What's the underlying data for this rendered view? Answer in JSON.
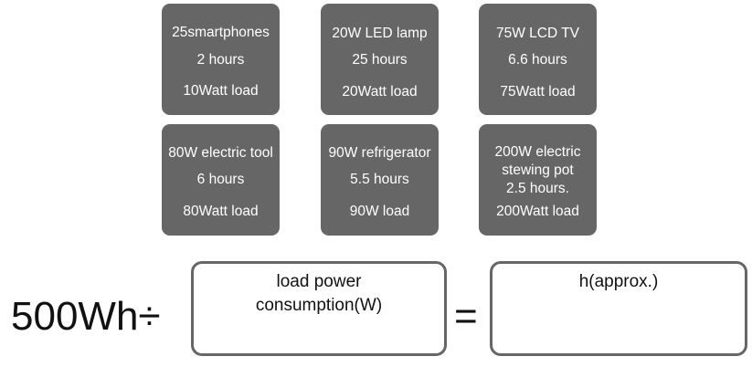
{
  "cards": [
    {
      "lines": [
        "25smartphones",
        "2 hours",
        "10Watt load"
      ]
    },
    {
      "lines": [
        "20W LED lamp",
        "25 hours",
        "20Watt load"
      ]
    },
    {
      "lines": [
        "75W LCD TV",
        "6.6 hours",
        "75Watt load"
      ]
    },
    {
      "lines": [
        "80W electric tool",
        "6 hours",
        "80Watt load"
      ]
    },
    {
      "lines": [
        "90W refrigerator",
        "5.5 hours",
        "90W load"
      ]
    },
    {
      "lines": [
        "200W electric",
        "stewing pot",
        "2.5 hours.",
        "200Watt load"
      ]
    }
  ],
  "formula": {
    "dividend": "500Wh÷",
    "divisor_label_1": "load power",
    "divisor_label_2": "consumption(W)",
    "equals": "=",
    "result_label": "h(approx.)"
  },
  "colors": {
    "card_background": "#666666",
    "card_text": "#ffffff",
    "box_border": "#666666",
    "formula_text": "#111111"
  }
}
